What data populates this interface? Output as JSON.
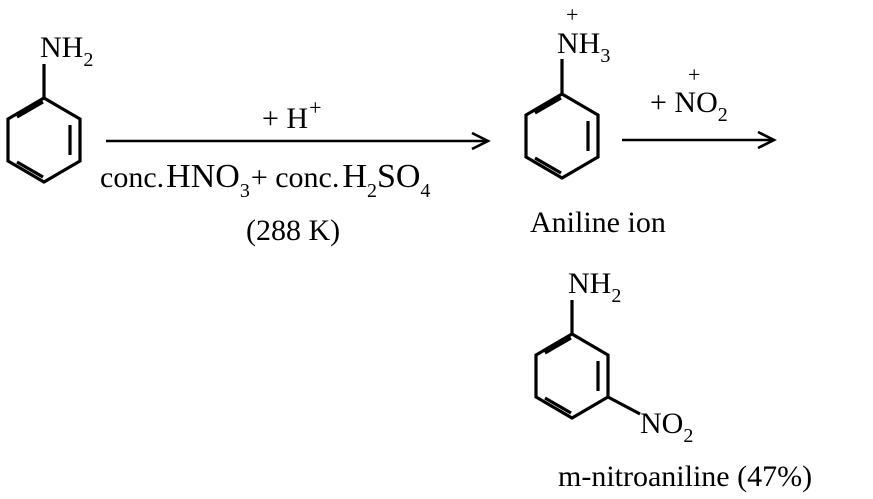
{
  "colors": {
    "ink": "#000000",
    "background": "#ffffff"
  },
  "reactant": {
    "group_main": "NH",
    "group_sub": "2"
  },
  "step1": {
    "above_main": "+ H",
    "above_sup": "+",
    "below": {
      "p1": "conc.",
      "p2": "HNO",
      "p2_sub": "3",
      "p3": "+ conc.",
      "p4": "H",
      "p4_sub": "2",
      "p5": "SO",
      "p5_sub": "4"
    },
    "condition": "(288 K)"
  },
  "intermediate": {
    "charge": "+",
    "group_main": "NH",
    "group_sub": "3",
    "name": "Aniline ion"
  },
  "step2": {
    "charge": "+",
    "main": "+ NO",
    "sub": "2"
  },
  "product": {
    "group_main": "NH",
    "group_sub": "2",
    "sub_main": "NO",
    "sub_sub": "2",
    "name": "m-nitroaniline (47%)"
  }
}
